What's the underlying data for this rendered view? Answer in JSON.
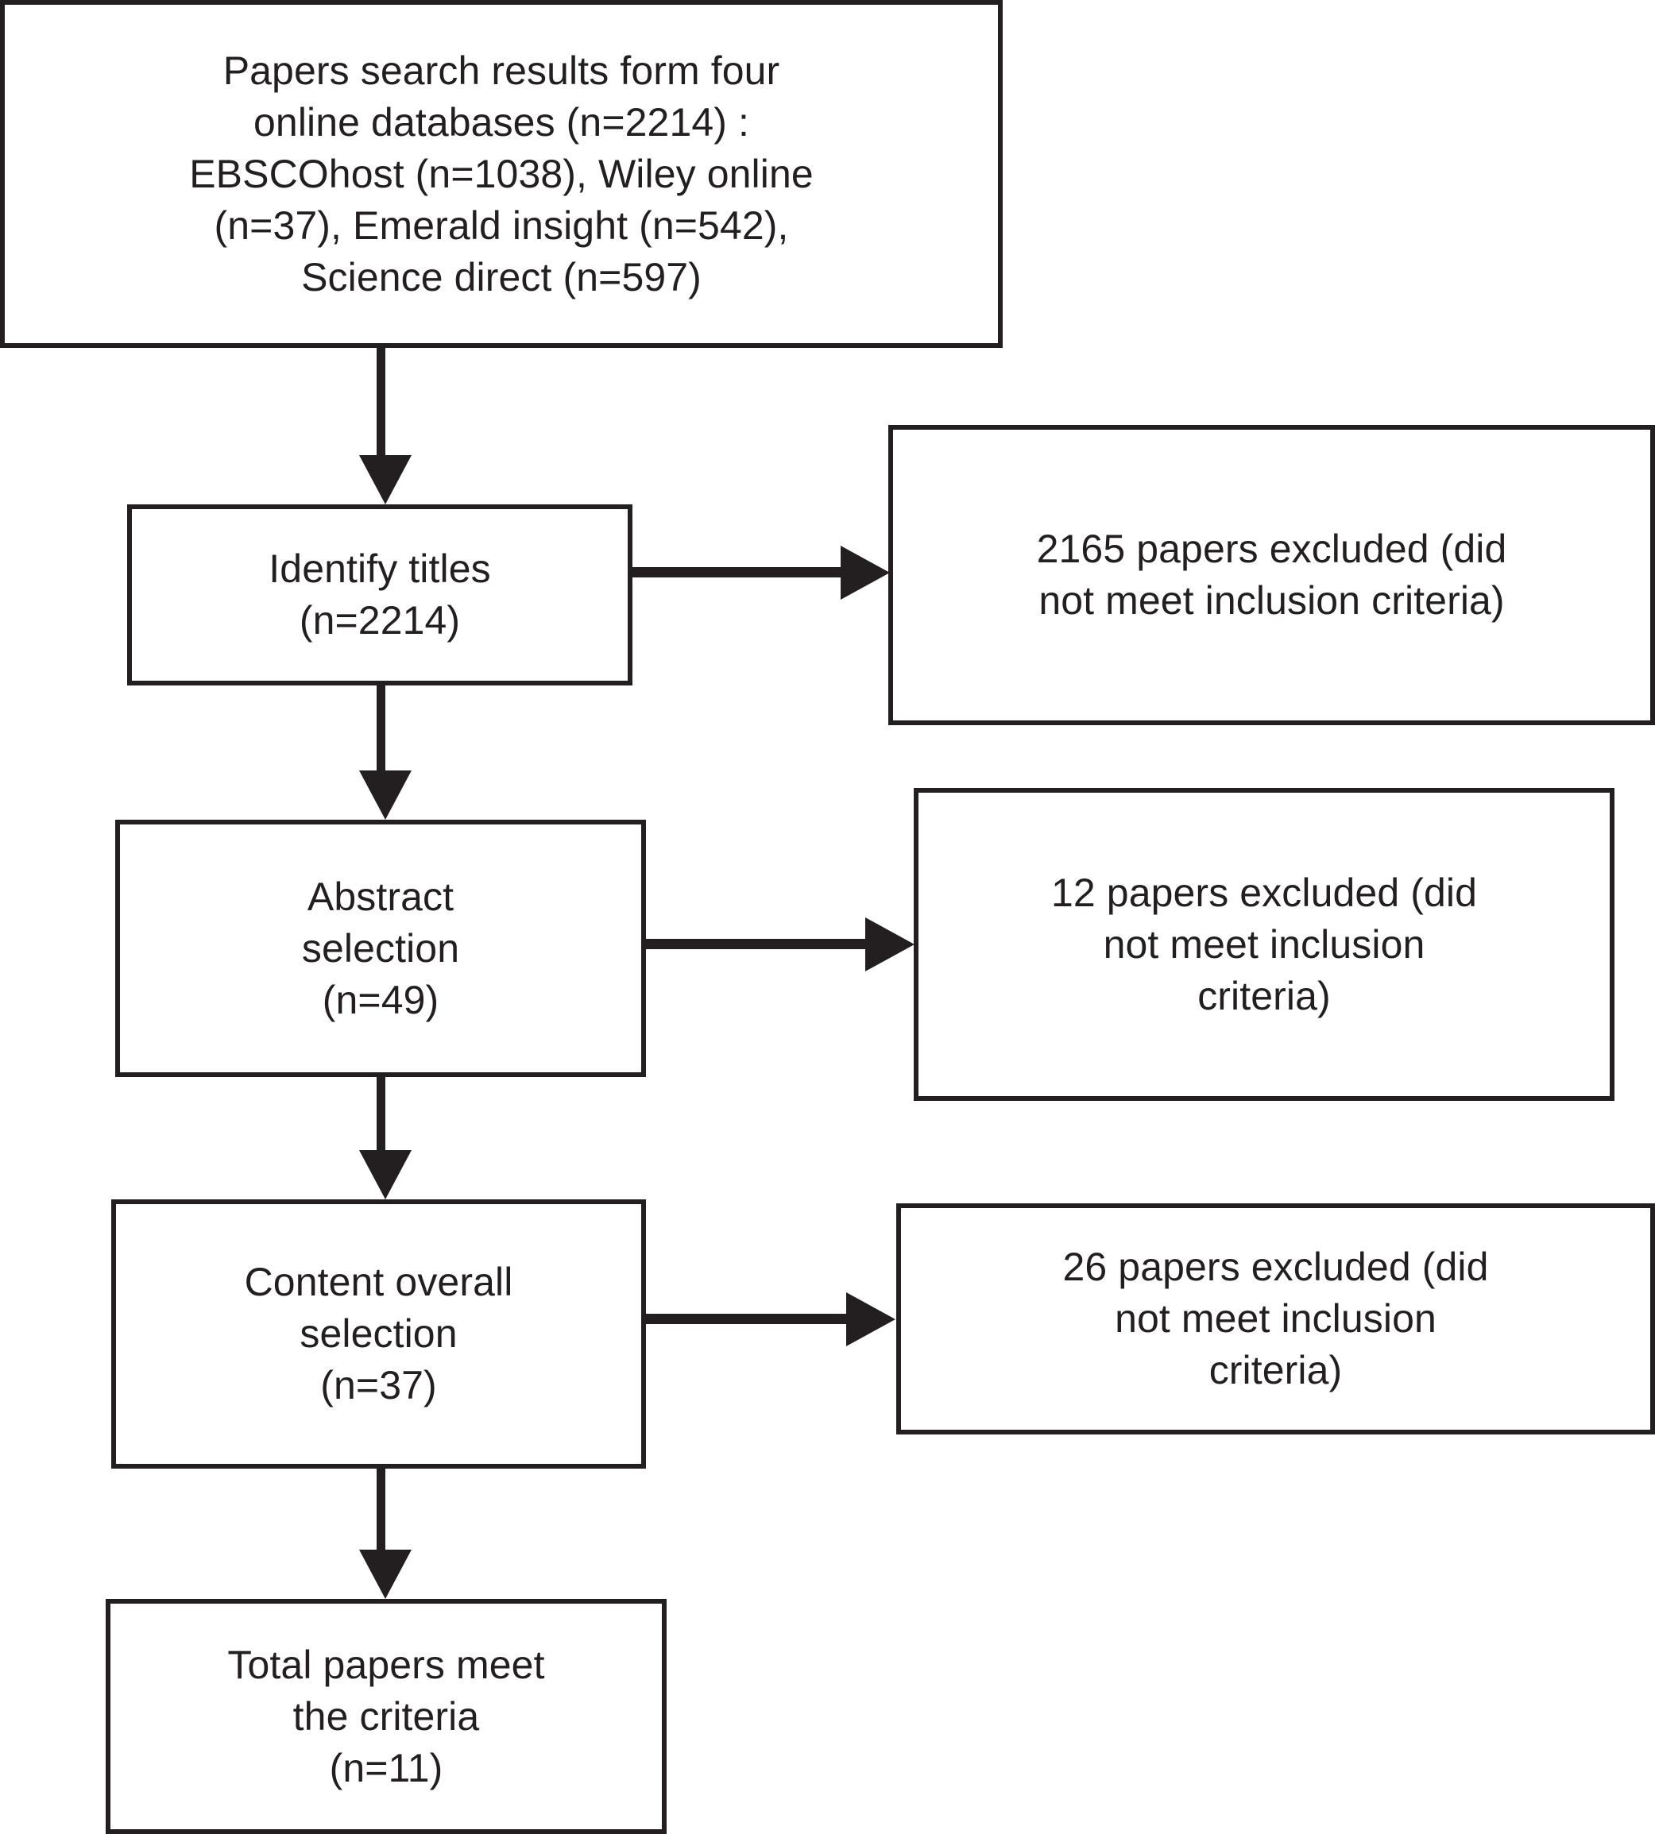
{
  "diagram": {
    "type": "flowchart",
    "title": "Paper selection PRISMA flow diagram",
    "stroke_color": "#231f20",
    "background_color": "#ffffff",
    "nodes": [
      {
        "id": "sources",
        "name": "search-results-box",
        "text": "Papers search results form four\nonline databases (n=2214) :\nEBSCOhost (n=1038), Wiley online\n(n=37), Emerald insight (n=542),\nScience direct (n=597)",
        "total": 2214,
        "databases": [
          {
            "label": "EBSCOhost",
            "n": 1038
          },
          {
            "label": "Wiley online",
            "n": 37
          },
          {
            "label": "Emerald insight",
            "n": 542
          },
          {
            "label": "Science direct",
            "n": 597
          }
        ]
      },
      {
        "id": "titles",
        "name": "identify-titles-box",
        "text": "Identify titles\n(n=2214)",
        "n": 2214
      },
      {
        "id": "excluded1",
        "name": "excluded-titles-box",
        "text": "2165 papers excluded (did\nnot meet inclusion criteria)",
        "n": 2165
      },
      {
        "id": "abstract",
        "name": "abstract-selection-box",
        "text": "Abstract\nselection\n(n=49)",
        "n": 49
      },
      {
        "id": "excluded2",
        "name": "excluded-abstract-box",
        "text": "12 papers excluded (did\nnot meet inclusion\ncriteria)",
        "n": 12
      },
      {
        "id": "content",
        "name": "content-overall-selection-box",
        "text": "Content overall\nselection\n(n=37)",
        "n": 37
      },
      {
        "id": "excluded3",
        "name": "excluded-content-box",
        "text": "26 papers excluded (did\nnot meet inclusion\ncriteria)",
        "n": 26
      },
      {
        "id": "total",
        "name": "total-papers-box",
        "text": "Total papers meet\nthe criteria\n(n=11)",
        "n": 11
      }
    ],
    "edges": [
      {
        "from": "sources",
        "to": "titles",
        "direction": "down"
      },
      {
        "from": "titles",
        "to": "excluded1",
        "direction": "right"
      },
      {
        "from": "titles",
        "to": "abstract",
        "direction": "down"
      },
      {
        "from": "abstract",
        "to": "excluded2",
        "direction": "right"
      },
      {
        "from": "abstract",
        "to": "content",
        "direction": "down"
      },
      {
        "from": "content",
        "to": "excluded3",
        "direction": "right"
      },
      {
        "from": "content",
        "to": "total",
        "direction": "down"
      }
    ]
  }
}
